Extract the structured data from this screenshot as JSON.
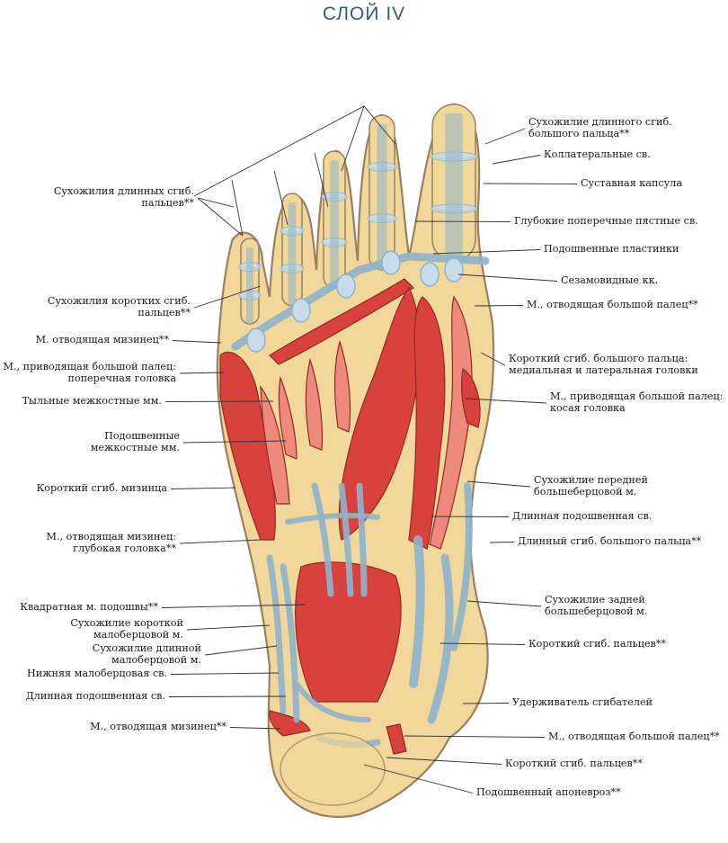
{
  "title": "СЛОЙ IV",
  "labels_left": [
    {
      "id": "l1",
      "lines": [
        "Сухожилия длинных сгиб.",
        "пальцев**"
      ]
    },
    {
      "id": "l2",
      "lines": [
        "Сухожилия коротких сгиб.",
        "пальцев**"
      ]
    },
    {
      "id": "l3",
      "lines": [
        "М. отводящая мизинец**"
      ]
    },
    {
      "id": "l4",
      "lines": [
        "М., приводящая большой палец:",
        "поперечная головка"
      ]
    },
    {
      "id": "l5",
      "lines": [
        "Тыльные межкостные мм."
      ]
    },
    {
      "id": "l6",
      "lines": [
        "Подошвенные",
        "межкостные мм."
      ]
    },
    {
      "id": "l7",
      "lines": [
        "Короткий сгиб. мизинца"
      ]
    },
    {
      "id": "l8",
      "lines": [
        "М., отводящая мизинец:",
        "глубокая головка**"
      ]
    },
    {
      "id": "l9",
      "lines": [
        "Квадратная м. подошвы**"
      ]
    },
    {
      "id": "l10",
      "lines": [
        "Сухожилие короткой",
        "малоберцовой м."
      ]
    },
    {
      "id": "l11",
      "lines": [
        "Сухожилие длинной",
        "малоберцовой м."
      ]
    },
    {
      "id": "l12",
      "lines": [
        "Нижняя малоберцовая св."
      ]
    },
    {
      "id": "l13",
      "lines": [
        "Длинная подошвенная св."
      ]
    },
    {
      "id": "l14",
      "lines": [
        "М., отводящая мизинец**"
      ]
    }
  ],
  "labels_right": [
    {
      "id": "r1",
      "lines": [
        "Сухожилие длинного сгиб.",
        "большого пальца**"
      ]
    },
    {
      "id": "r2",
      "lines": [
        "Коллатеральные св."
      ]
    },
    {
      "id": "r3",
      "lines": [
        "Суставная капсула"
      ]
    },
    {
      "id": "r4",
      "lines": [
        "Глубокие поперечные пястные св."
      ]
    },
    {
      "id": "r5",
      "lines": [
        "Подошвенные пластинки"
      ]
    },
    {
      "id": "r6",
      "lines": [
        "Сезамовидные кк."
      ]
    },
    {
      "id": "r7",
      "lines": [
        "М., отводящая большой палец**"
      ]
    },
    {
      "id": "r8",
      "lines": [
        "Короткий сгиб. большого пальца:",
        "медиальная и латеральная головки"
      ]
    },
    {
      "id": "r9",
      "lines": [
        "М., приводящая большой палец:",
        "косая головка"
      ]
    },
    {
      "id": "r10",
      "lines": [
        "Сухожилие передней",
        "большеберцовой м."
      ]
    },
    {
      "id": "r11",
      "lines": [
        "Длинная подошвенная св."
      ]
    },
    {
      "id": "r12",
      "lines": [
        "Длинный сгиб. большого пальца**"
      ]
    },
    {
      "id": "r13",
      "lines": [
        "Сухожилие задней",
        "большеберцовой м."
      ]
    },
    {
      "id": "r14",
      "lines": [
        "Короткий сгиб. пальцев**"
      ]
    },
    {
      "id": "r15",
      "lines": [
        "Удерживатель сгибателей"
      ]
    },
    {
      "id": "r16",
      "lines": [
        "М., отводящая большой палец**"
      ]
    },
    {
      "id": "r17",
      "lines": [
        "Короткий сгиб. пальцев**"
      ]
    },
    {
      "id": "r18",
      "lines": [
        "Подошвенный апоневроз**"
      ]
    }
  ],
  "colors": {
    "title": "#2f5f80",
    "bone": "#f1d79a",
    "bone_edge": "#9a8060",
    "muscle": "#d9413c",
    "muscle_light": "#ee8a7c",
    "tendon": "#8db4cc",
    "tendon_light": "#c7dce8",
    "outline": "#4a3b3b",
    "leader": "#333333"
  }
}
